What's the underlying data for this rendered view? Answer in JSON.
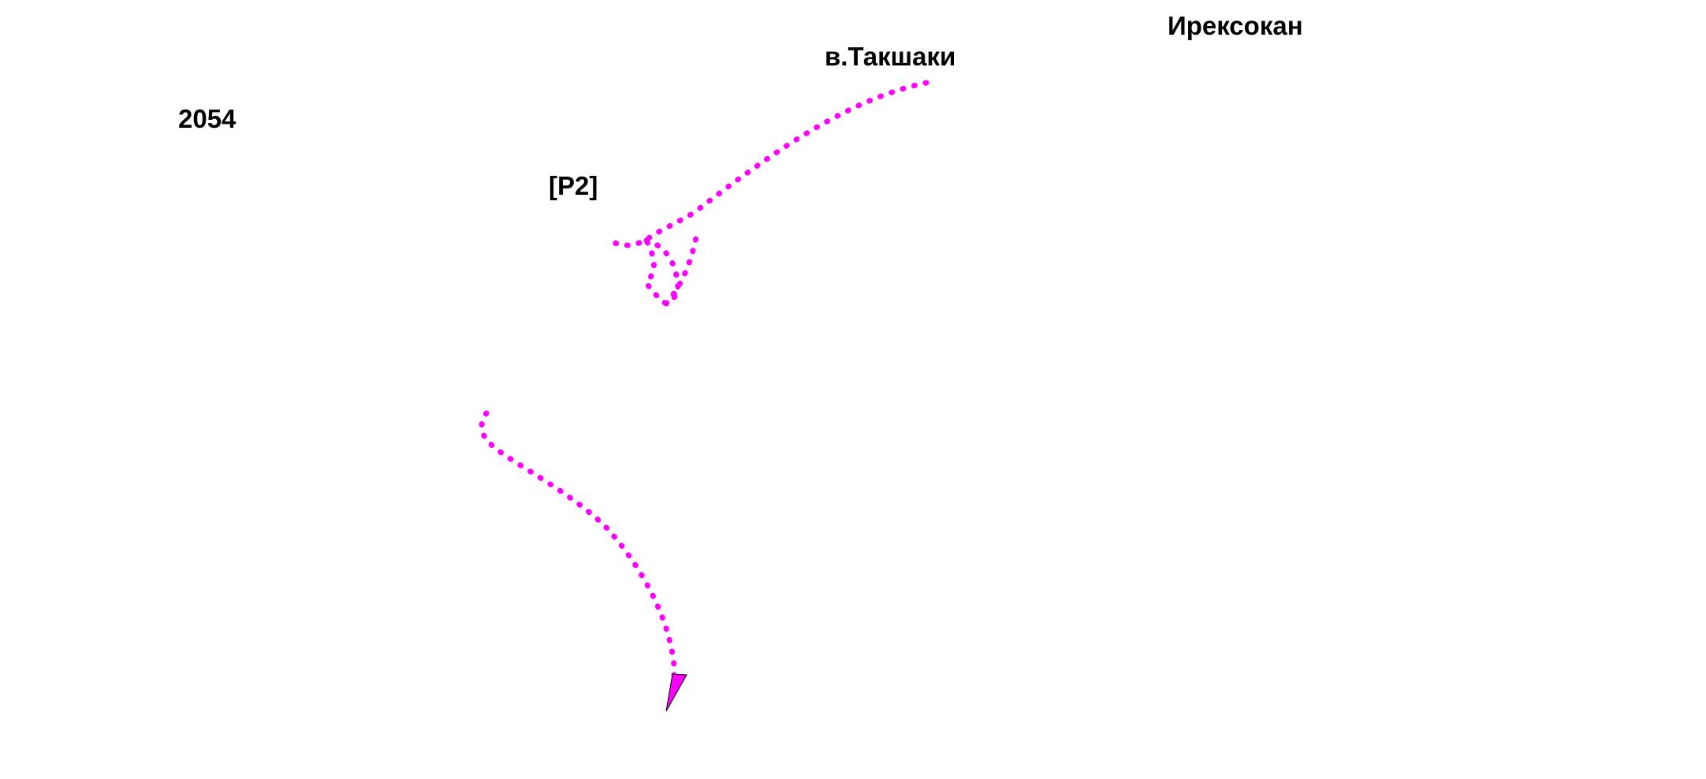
{
  "map": {
    "labels": {
      "settlement_1": "Ирексокан",
      "settlement_2": "в.Такшаки",
      "elevation": "2054",
      "pass_marker": "[P2]"
    },
    "route_style": {
      "color": "#ff00ff",
      "pattern": "dotted"
    }
  }
}
